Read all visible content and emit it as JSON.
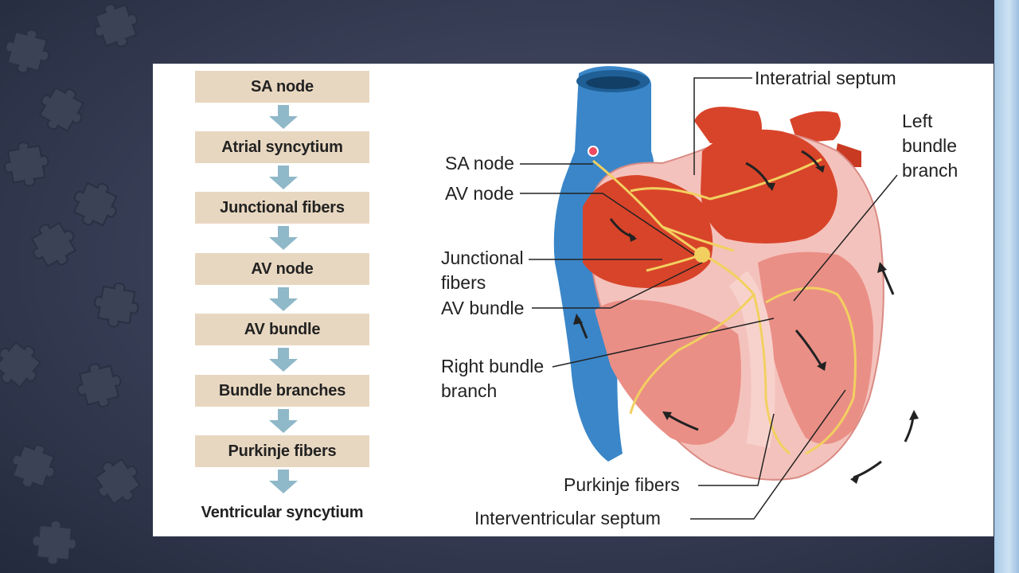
{
  "flowchart": {
    "steps": [
      "SA node",
      "Atrial syncytium",
      "Junctional fibers",
      "AV node",
      "AV bundle",
      "Bundle branches",
      "Purkinje fibers",
      "Ventricular syncytium"
    ]
  },
  "diagram_labels": {
    "interatrial_septum": "Interatrial septum",
    "left_bundle_branch": [
      "Left",
      "bundle",
      "branch"
    ],
    "sa_node": "SA node",
    "av_node": "AV node",
    "junctional_fibers": [
      "Junctional",
      "fibers"
    ],
    "av_bundle": "AV bundle",
    "right_bundle_branch": [
      "Right bundle",
      "branch"
    ],
    "purkinje_fibers": "Purkinje fibers",
    "interventricular_septum": "Interventricular septum"
  },
  "colors": {
    "box_fill": "#e8d7c0",
    "arrow_fill": "#8fb8c8",
    "vein_blue": "#3a86c8",
    "atrium_red": "#d8442a",
    "myocardium_pink": "#f2b5ae",
    "conduction_yellow": "#f2d060"
  },
  "icons": [
    "flow-down-arrow",
    "puzzle-piece",
    "heart-illustration"
  ]
}
